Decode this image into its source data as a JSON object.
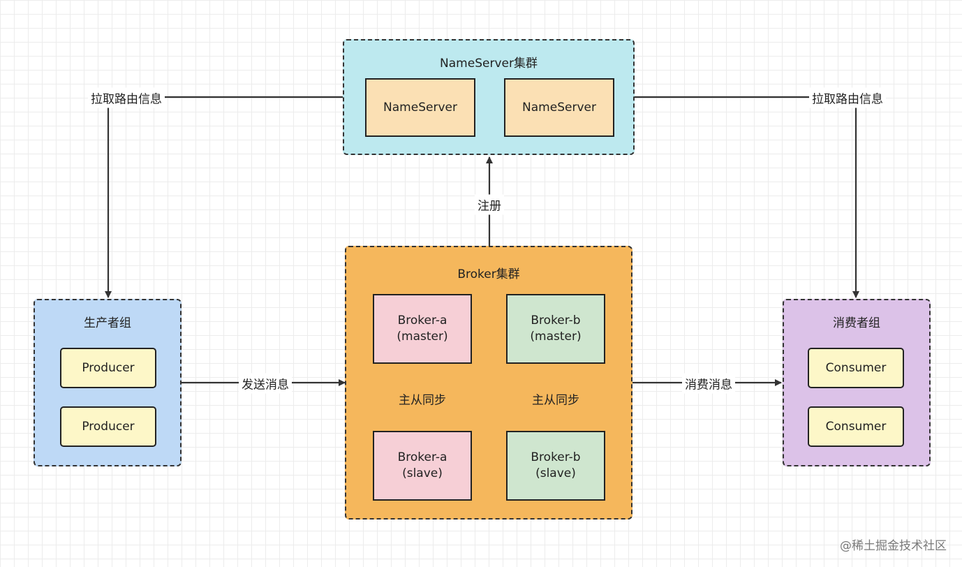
{
  "colors": {
    "nameserver_cluster": "#bde9ef",
    "nameserver_node": "#fbe0b4",
    "broker_cluster": "#f5b75c",
    "broker_a": "#f6cfd6",
    "broker_b": "#cfe6cf",
    "producer_group": "#bed9f6",
    "producer_node": "#fdf7c8",
    "consumer_group": "#dcc2e8",
    "consumer_node": "#fdf7c8",
    "line": "#333333"
  },
  "nameserver_cluster": {
    "title": "NameServer集群",
    "nodes": [
      "NameServer",
      "NameServer"
    ]
  },
  "broker_cluster": {
    "title": "Broker集群",
    "broker_a_master": {
      "name": "Broker-a",
      "role": "(master)"
    },
    "broker_b_master": {
      "name": "Broker-b",
      "role": "(master)"
    },
    "broker_a_slave": {
      "name": "Broker-a",
      "role": "(slave)"
    },
    "broker_b_slave": {
      "name": "Broker-b",
      "role": "(slave)"
    },
    "sync_label_a": "主从同步",
    "sync_label_b": "主从同步"
  },
  "producer_group": {
    "title": "生产者组",
    "nodes": [
      "Producer",
      "Producer"
    ]
  },
  "consumer_group": {
    "title": "消费者组",
    "nodes": [
      "Consumer",
      "Consumer"
    ]
  },
  "edges": {
    "producer_pull_route": "拉取路由信息",
    "consumer_pull_route": "拉取路由信息",
    "register": "注册",
    "send_message": "发送消息",
    "consume_message": "消费消息"
  },
  "watermark": "@稀土掘金技术社区"
}
